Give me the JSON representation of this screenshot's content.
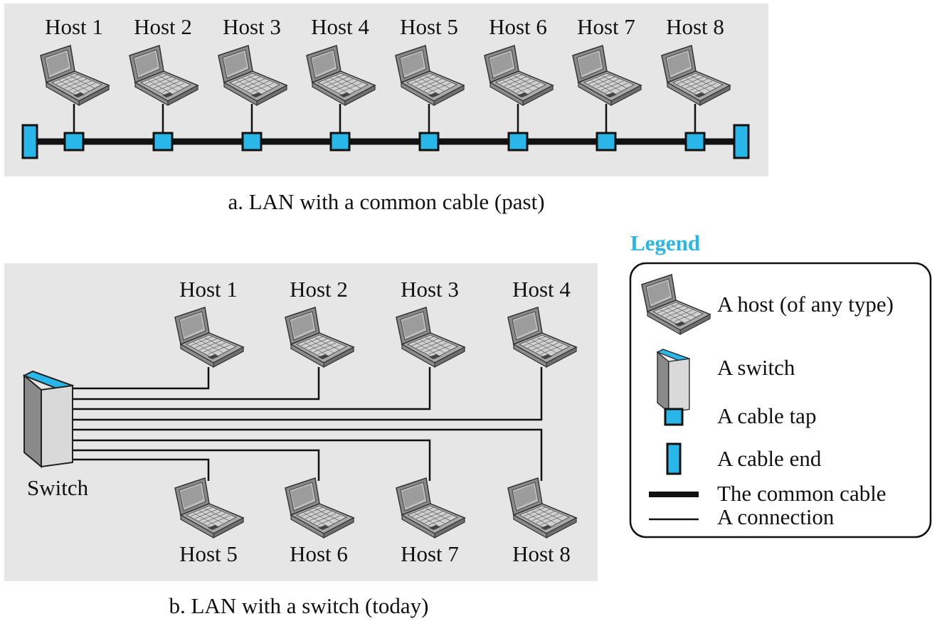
{
  "panel_a": {
    "hosts": [
      "Host 1",
      "Host 2",
      "Host 3",
      "Host 4",
      "Host 5",
      "Host 6",
      "Host 7",
      "Host 8"
    ],
    "caption": "a. LAN with a common cable (past)"
  },
  "panel_b": {
    "top_hosts": [
      "Host 1",
      "Host 2",
      "Host 3",
      "Host 4"
    ],
    "bottom_hosts": [
      "Host 5",
      "Host 6",
      "Host 7",
      "Host 8"
    ],
    "switch_label": "Switch",
    "caption": "b. LAN with a switch (today)"
  },
  "legend": {
    "title": "Legend",
    "items": [
      {
        "icon": "laptop-icon",
        "label": "A host (of any type)"
      },
      {
        "icon": "switch-icon",
        "label": "A switch"
      },
      {
        "icon": "cable-tap-icon",
        "label": "A cable tap"
      },
      {
        "icon": "cable-end-icon",
        "label": "A cable end"
      },
      {
        "icon": "common-cable-line",
        "label": "The common cable"
      },
      {
        "icon": "connection-line",
        "label": "A connection"
      }
    ]
  },
  "colors": {
    "panel_bg": "#e6e6e6",
    "accent_blue": "#29b6e8",
    "legend_title": "#29b6e8"
  }
}
